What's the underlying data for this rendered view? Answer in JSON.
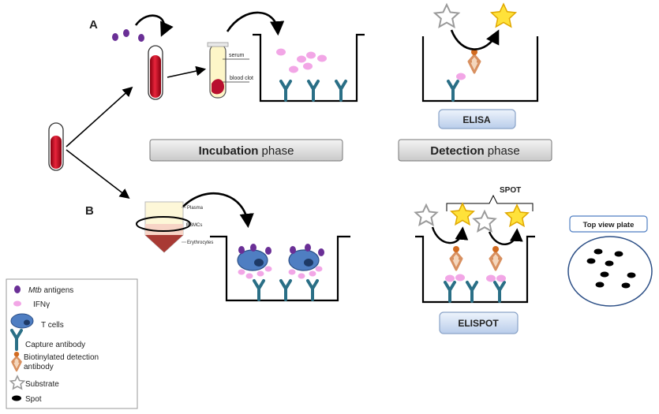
{
  "panel_labels": {
    "a": "A",
    "b": "B"
  },
  "phases": {
    "incubation_bold": "Incubation",
    "incubation_rest": " phase",
    "detection_bold": "Detection",
    "detection_rest": " phase"
  },
  "assays": {
    "elisa": "ELISA",
    "elispot": "ELISPOT"
  },
  "tube_labels": {
    "serum": "serum",
    "blood_clot": "blood clot",
    "plasma": "Plasma",
    "pbmcs": "PBMCs",
    "erythrocytes": "Erythrocytes"
  },
  "spot_label": "SPOT",
  "top_view_label": "Top view plate",
  "legend": {
    "mtb_italic": "Mtb",
    "mtb_rest": " antigens",
    "ifng": "IFNγ",
    "tcells": "T cells",
    "capture": "Capture antibody",
    "detection_line1": "Biotinylated detection",
    "detection_line2": "antibody",
    "substrate": "Substrate",
    "spot": "Spot"
  },
  "colors": {
    "antigen": "#6a2f96",
    "ifng": "#f2a6e6",
    "capture": "#2a6f86",
    "detection": "#e0a06a",
    "tcell": "#4f7ec2",
    "substrate_star": "#9a9a9a",
    "product_star": "#ffe23a",
    "blood": "#c8102e"
  }
}
